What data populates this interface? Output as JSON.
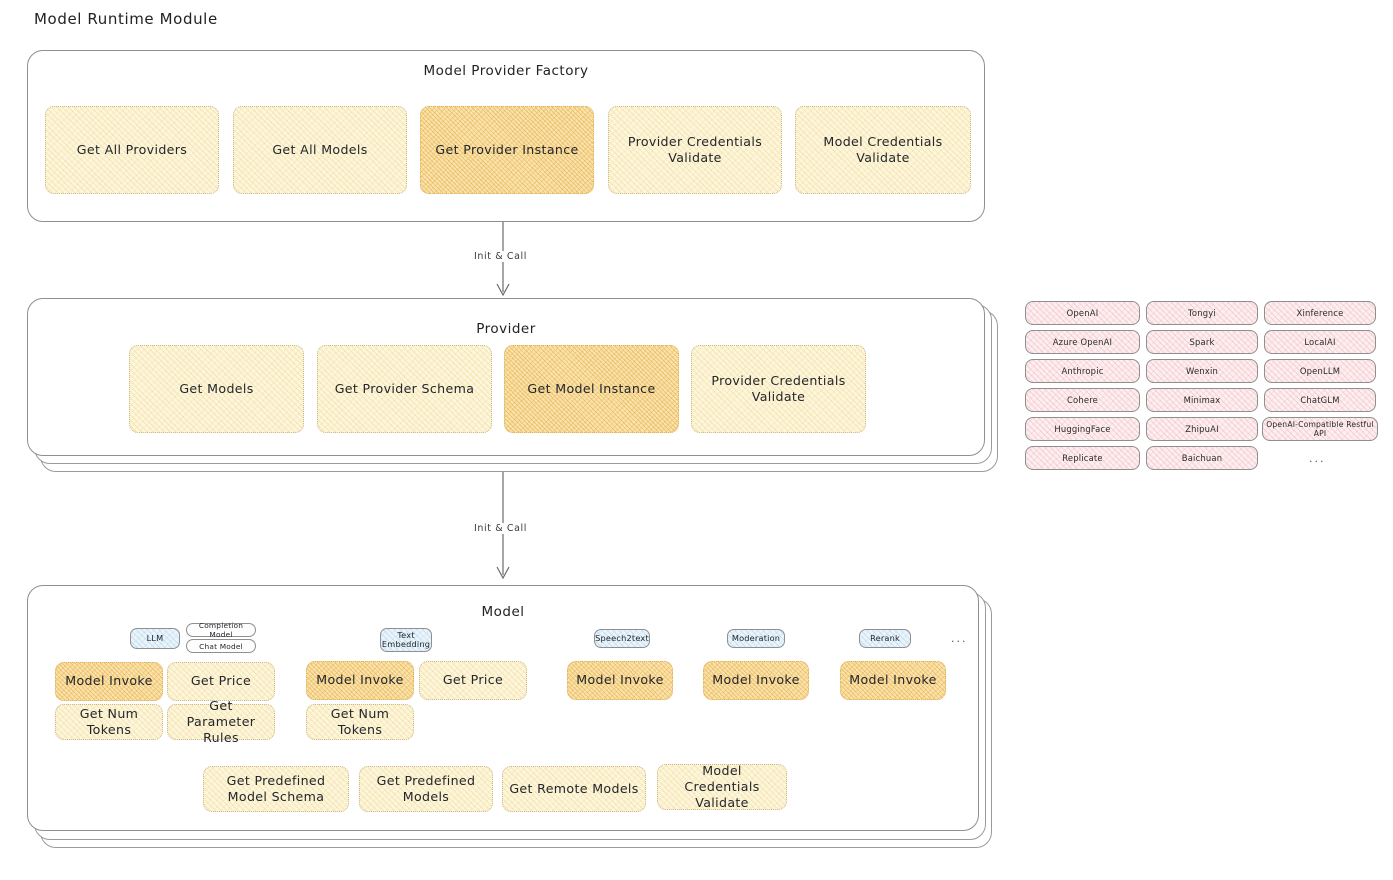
{
  "page": {
    "title": "Model Runtime Module"
  },
  "sections": {
    "factory": {
      "title": "Model Provider Factory",
      "nodes": [
        {
          "label": "Get All Providers",
          "emphasis": "light"
        },
        {
          "label": "Get All Models",
          "emphasis": "light"
        },
        {
          "label": "Get Provider Instance",
          "emphasis": "strong"
        },
        {
          "label": "Provider Credentials Validate",
          "emphasis": "light"
        },
        {
          "label": "Model Credentials Validate",
          "emphasis": "light"
        }
      ]
    },
    "provider": {
      "title": "Provider",
      "nodes": [
        {
          "label": "Get Models",
          "emphasis": "light"
        },
        {
          "label": "Get Provider Schema",
          "emphasis": "light"
        },
        {
          "label": "Get Model Instance",
          "emphasis": "strong"
        },
        {
          "label": "Provider Credentials Validate",
          "emphasis": "light"
        }
      ]
    },
    "model": {
      "title": "Model",
      "types": [
        {
          "name": "LLM",
          "style": "blue",
          "sub": [
            "Completion Model",
            "Chat Model"
          ]
        },
        {
          "name": "Text Embedding",
          "style": "blue",
          "sub": []
        },
        {
          "name": "Speech2text",
          "style": "blue",
          "sub": []
        },
        {
          "name": "Moderation",
          "style": "blue",
          "sub": []
        },
        {
          "name": "Rerank",
          "style": "blue",
          "sub": []
        }
      ],
      "types_more": "...",
      "columns": [
        {
          "nodes": [
            {
              "label": "Model Invoke",
              "emphasis": "strong"
            },
            {
              "label": "Get Price",
              "emphasis": "light"
            },
            {
              "label": "Get Num Tokens",
              "emphasis": "light"
            },
            {
              "label": "Get Parameter Rules",
              "emphasis": "light"
            }
          ]
        },
        {
          "nodes": [
            {
              "label": "Model Invoke",
              "emphasis": "strong"
            },
            {
              "label": "Get Price",
              "emphasis": "light"
            },
            {
              "label": "Get Num Tokens",
              "emphasis": "light"
            }
          ]
        },
        {
          "nodes": [
            {
              "label": "Model Invoke",
              "emphasis": "strong"
            }
          ]
        },
        {
          "nodes": [
            {
              "label": "Model Invoke",
              "emphasis": "strong"
            }
          ]
        },
        {
          "nodes": [
            {
              "label": "Model Invoke",
              "emphasis": "strong"
            }
          ]
        }
      ],
      "shared_nodes": [
        {
          "label": "Get Predefined Model Schema",
          "emphasis": "light"
        },
        {
          "label": "Get Predefined Models",
          "emphasis": "light"
        },
        {
          "label": "Get Remote Models",
          "emphasis": "light"
        },
        {
          "label": "Model Credentials Validate",
          "emphasis": "light"
        }
      ]
    }
  },
  "arrows": [
    {
      "label": "Init & Call"
    },
    {
      "label": "Init & Call"
    }
  ],
  "provider_list": {
    "columns": [
      [
        "OpenAI",
        "Azure OpenAI",
        "Anthropic",
        "Cohere",
        "HuggingFace",
        "Replicate"
      ],
      [
        "Tongyi",
        "Spark",
        "Wenxin",
        "Minimax",
        "ZhipuAI",
        "Baichuan"
      ],
      [
        "Xinference",
        "LocalAI",
        "OpenLLM",
        "ChatGLM",
        "OpenAI-Compatible Restful API"
      ]
    ],
    "more": "..."
  },
  "colors": {
    "node_light": "#fdf6dd",
    "node_strong": "#fbe3b0",
    "provider_chip": "#fdeef0",
    "model_type_chip": "#eaf4fb",
    "panel_border": "#8f8f8f"
  }
}
